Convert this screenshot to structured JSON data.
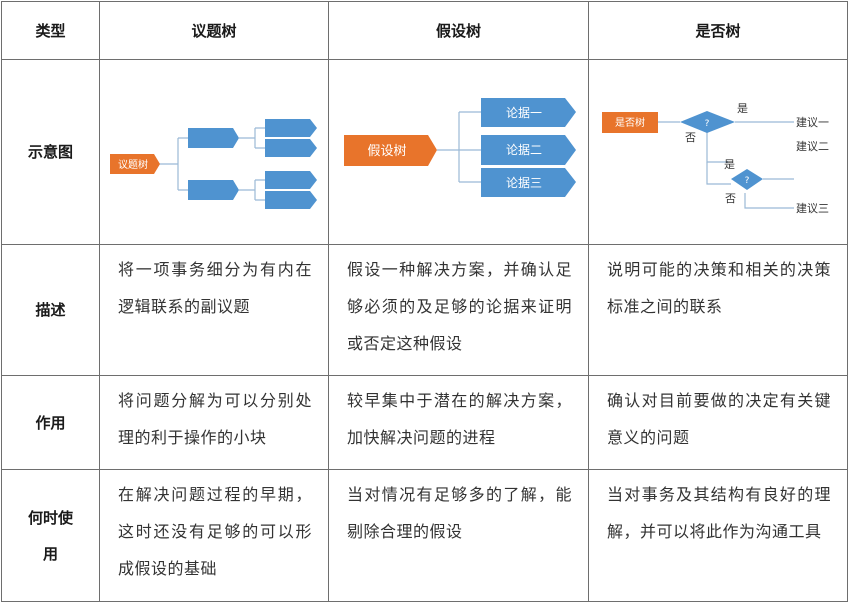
{
  "headers": [
    "类型",
    "议题树",
    "假设树",
    "是否树"
  ],
  "rows": [
    {
      "label": "示意图"
    },
    {
      "label": "描述",
      "cells": [
        "将一项事务细分为有内在逻辑联系的副议题",
        "假设一种解决方案，并确认足够必须的及足够的论据来证明或否定这种假设",
        "说明可能的决策和相关的决策标准之间的联系"
      ]
    },
    {
      "label": "作用",
      "cells": [
        "将问题分解为可以分别处理的利于操作的小块",
        "较早集中于潜在的解决方案，加快解决问题的进程",
        "确认对目前要做的决定有关键意义的问题"
      ]
    },
    {
      "label": "何时使用",
      "cells": [
        "在解决问题过程的早期，这时还没有足够的可以形成假设的基础",
        "当对情况有足够多的了解，能剔除合理的假设",
        "当对事务及其结构有良好的理解，并可以将此作为沟通工具"
      ]
    }
  ],
  "issue_tree": {
    "root": "议题树"
  },
  "hypothesis_tree": {
    "root": "假设树",
    "branches": [
      "论据一",
      "论据二",
      "论据三"
    ]
  },
  "yes_no_tree": {
    "root": "是否树",
    "decision": "?",
    "yes": "是",
    "no": "否",
    "outcomes": [
      "建议一",
      "建议二",
      "建议三"
    ]
  },
  "colors": {
    "orange": "#e8742b",
    "blue": "#4f93d0",
    "connector": "#9bb9d6",
    "border": "#6e6e6e"
  }
}
